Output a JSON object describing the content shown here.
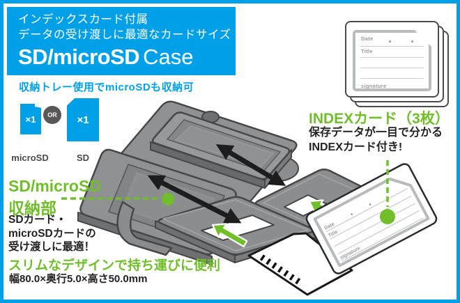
{
  "colors": {
    "accent_blue": "#00A0E9",
    "accent_green": "#6FBE2A",
    "case_gray": "#909192",
    "case_outline": "#474748",
    "badge_gray": "#595757",
    "arrow_black": "#1d1d1e"
  },
  "header": {
    "tagline_line1": "インデックスカード付属",
    "tagline_line2": "データの受け渡しに最適なカードサイズ",
    "product_bold": "SD/microSD",
    "product_light": "Case",
    "sub_headline": "収納トレー使用でmicroSDも収納可"
  },
  "capacity": {
    "microsd_count": "×1",
    "or_label": "OR",
    "sd_count": "×1",
    "microsd_label": "microSD",
    "sd_label": "SD"
  },
  "index_note": {
    "title": "INDEXカード（3枚）",
    "line1": "保存データが一目で分かる",
    "line2": "INDEXカード付き!"
  },
  "storage_note": {
    "title_line1": "SD/microSD",
    "title_line2": "収納部",
    "body_line1": "SDカード・",
    "body_line2": "microSDカードの",
    "body_line3": "受け渡しに最適！"
  },
  "slim_note": {
    "title": "スリムなデザインで持ち運びに便利",
    "dimensions": "幅80.0×奥行5.0×高さ50.0mm"
  },
  "index_card": {
    "date_label": "Date",
    "title_label": "Title",
    "signature_label": "signature"
  }
}
